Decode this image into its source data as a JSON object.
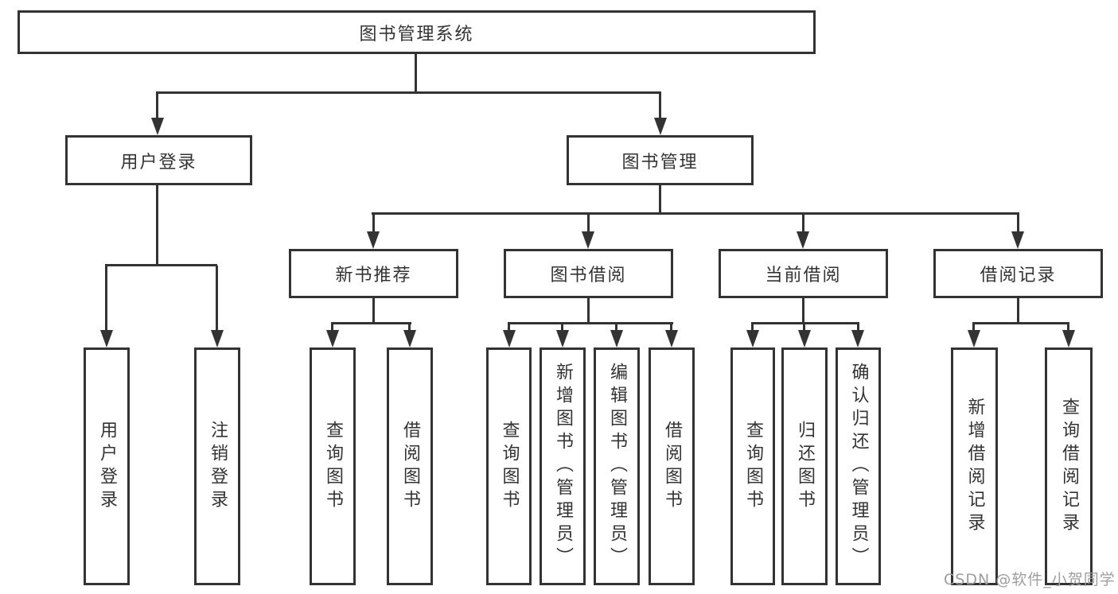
{
  "tree": {
    "label": "图书管理系统",
    "children": [
      {
        "label": "用户登录",
        "children": [
          {
            "label": "用户登录"
          },
          {
            "label": "注销登录"
          }
        ]
      },
      {
        "label": "图书管理",
        "children": [
          {
            "label": "新书推荐",
            "children": [
              {
                "label": "查询图书"
              },
              {
                "label": "借阅图书"
              }
            ]
          },
          {
            "label": "图书借阅",
            "children": [
              {
                "label": "查询图书"
              },
              {
                "label": "新增图书（管理员）"
              },
              {
                "label": "编辑图书（管理员）"
              },
              {
                "label": "借阅图书"
              }
            ]
          },
          {
            "label": "当前借阅",
            "children": [
              {
                "label": "查询图书"
              },
              {
                "label": "归还图书"
              },
              {
                "label": "确认归还（管理员）"
              }
            ]
          },
          {
            "label": "借阅记录",
            "children": [
              {
                "label": "新增借阅记录"
              },
              {
                "label": "查询借阅记录"
              }
            ]
          }
        ]
      }
    ]
  },
  "watermark": {
    "text": "CSDN @软件_小贺同学",
    "color": "#9e9e9e"
  },
  "colors": {
    "line": "#333333",
    "text": "#333333",
    "background": "#ffffff"
  }
}
